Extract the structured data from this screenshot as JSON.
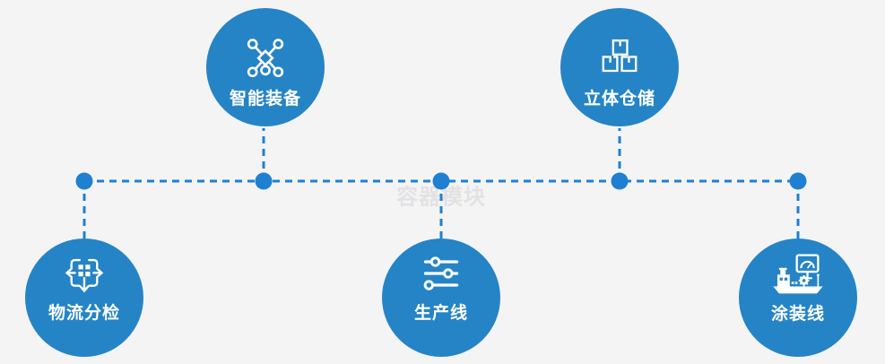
{
  "page": {
    "background_color": "#f4f4f5",
    "type": "process-flow-diagram"
  },
  "watermark": {
    "text": "容器模块",
    "color": "#e2e2e4"
  },
  "colors": {
    "node_fill": "#2584c6",
    "connector_line": "#1f80d2",
    "junction_dot": "#1f80d2",
    "icon_and_label": "#ffffff"
  },
  "connectors": {
    "style": "dashed",
    "trunk": "horizontal line linking all five nodes",
    "junction_count": 5
  },
  "nodes": [
    {
      "id": "smart-equipment",
      "label": "智能装备",
      "icon": "network-nodes-icon",
      "position": "top-left"
    },
    {
      "id": "stereo-warehouse",
      "label": "立体仓储",
      "icon": "stacked-boxes-icon",
      "position": "top-right"
    },
    {
      "id": "logistics-sorting",
      "label": "物流分检",
      "icon": "sorting-dispatch-icon",
      "position": "bottom-left"
    },
    {
      "id": "production-line",
      "label": "生产线",
      "icon": "sliders-icon",
      "position": "bottom-center"
    },
    {
      "id": "coating-line",
      "label": "涂装线",
      "icon": "machine-monitor-icon",
      "position": "bottom-right"
    }
  ]
}
